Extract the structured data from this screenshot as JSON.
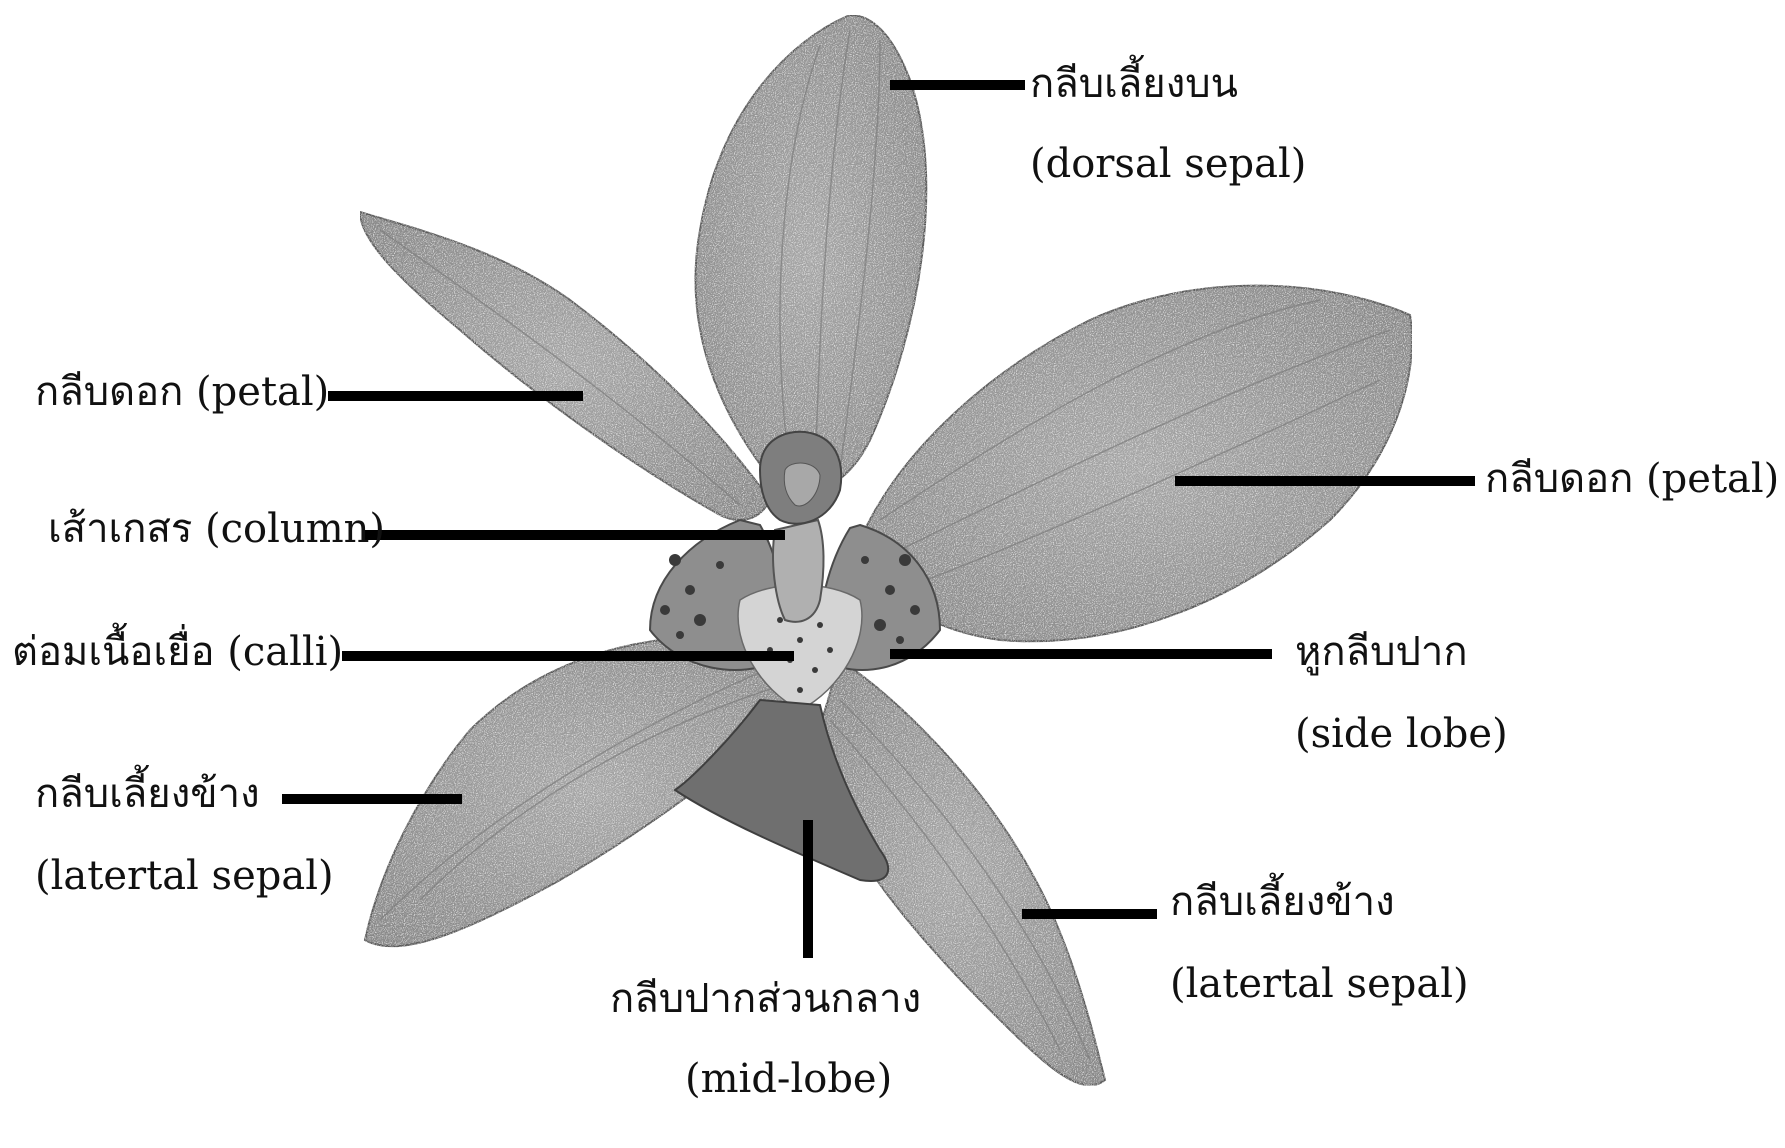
{
  "labels": {
    "dorsal_sepal": {
      "thai": "กลีบเลี้ยงบน",
      "english": "(dorsal sepal)"
    },
    "petal_left": {
      "text": "กลีบดอก (petal)"
    },
    "petal_right": {
      "text": "กลีบดอก (petal)"
    },
    "column": {
      "text": "เส้าเกสร (column)"
    },
    "calli": {
      "text": "ต่อมเนื้อเยื่อ (calli)"
    },
    "side_lobe": {
      "thai": "หูกลีบปาก",
      "english": "(side lobe)"
    },
    "lateral_sepal_left": {
      "thai": "กลีบเลี้ยงข้าง",
      "english": "(latertal sepal)"
    },
    "lateral_sepal_right": {
      "thai": "กลีบเลี้ยงข้าง",
      "english": "(latertal sepal)"
    },
    "mid_lobe": {
      "thai": "กลีบปากส่วนกลาง",
      "english": "(mid-lobe)"
    }
  },
  "colors": {
    "petal_fill": "#9a9a9a",
    "petal_vein": "#7c7c7c",
    "lip_spots": "#3a3a3a",
    "leader_line": "#000000",
    "text": "#111111"
  }
}
